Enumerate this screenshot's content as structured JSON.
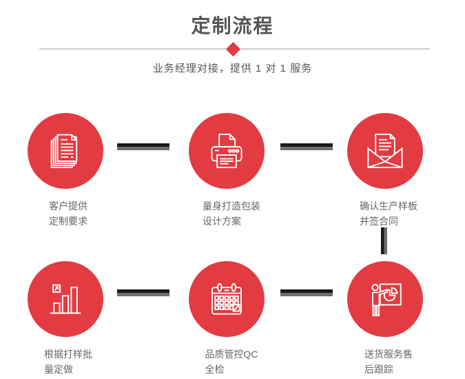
{
  "header": {
    "title": "定制流程",
    "subtitle": "业务经理对接，提供 1 对 1 服务"
  },
  "steps": [
    {
      "icon": "documents-icon",
      "line1": "客户提供",
      "line2": "定制要求"
    },
    {
      "icon": "printer-icon",
      "line1": "量身打造包装",
      "line2": "设计方案"
    },
    {
      "icon": "envelope-icon",
      "line1": "确认生产样板",
      "line2": "并签合同"
    },
    {
      "icon": "bar-chart-icon",
      "line1": "根据打样批",
      "line2": "量定做"
    },
    {
      "icon": "calendar-icon",
      "line1": "品质管控QC",
      "line2": "全检"
    },
    {
      "icon": "presentation-icon",
      "line1": "送货服务售",
      "line2": "后跟踪"
    }
  ],
  "colors": {
    "accent_red": "#e23b41",
    "divider": "#cccccc",
    "connector_dark": "#1a1a1a",
    "connector_gray": "#6f6f6f",
    "title_text": "#555555",
    "label_text": "#666666"
  }
}
